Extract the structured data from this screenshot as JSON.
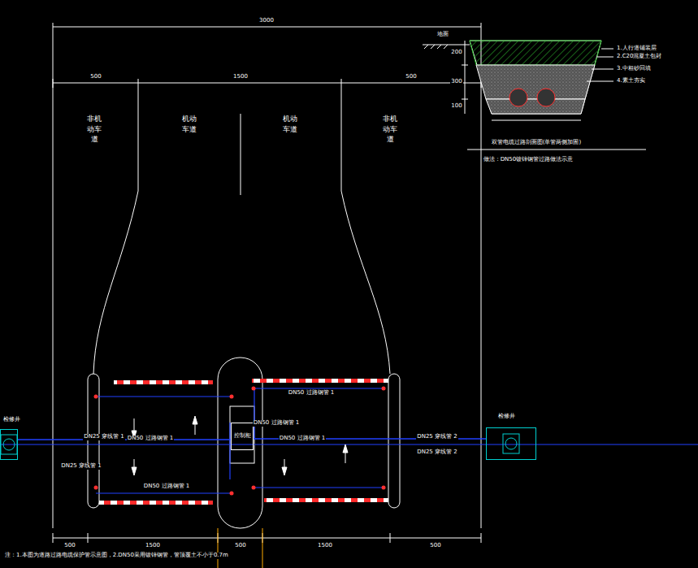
{
  "diagram": {
    "nodes": [
      {
        "text": [
          "检修井"
        ]
      },
      {
        "text": [
          "控制柜"
        ]
      },
      {
        "text": [
          "检修井"
        ]
      }
    ],
    "edges": [
      {
        "from": 0,
        "to": 1,
        "arrow": "none"
      },
      {
        "from": 1,
        "to": 2,
        "arrow": "none"
      }
    ],
    "labels": [
      "3000",
      "500",
      "1500",
      "500",
      "非机动车道",
      "机动车道",
      "机动车道",
      "非机动车道",
      "DN50 过路钢管 1",
      "DN50 过路钢管 1",
      "DN50 过路钢管 1",
      "DN50 过路钢管 1",
      "DN50 过路钢管 1",
      "DN25 穿线管 1",
      "DN25 穿线管 1",
      "DN25 穿线管 2",
      "DN25 穿线管 2",
      "地面",
      "1.人行道铺装层",
      "2.C20混凝土包封",
      "3.中粗砂回填",
      "4.素土夯实",
      "200",
      "300",
      "100",
      "双管电缆过路剖面图(单管两侧加固)",
      "做法：DN50镀锌钢管过路做法示意",
      "500",
      "1500",
      "500",
      "1500",
      "500",
      "注：1.本图为道路过路电缆保护管示意图，2.DN50采用镀锌钢管，管顶覆土不小于0.7m"
    ]
  }
}
